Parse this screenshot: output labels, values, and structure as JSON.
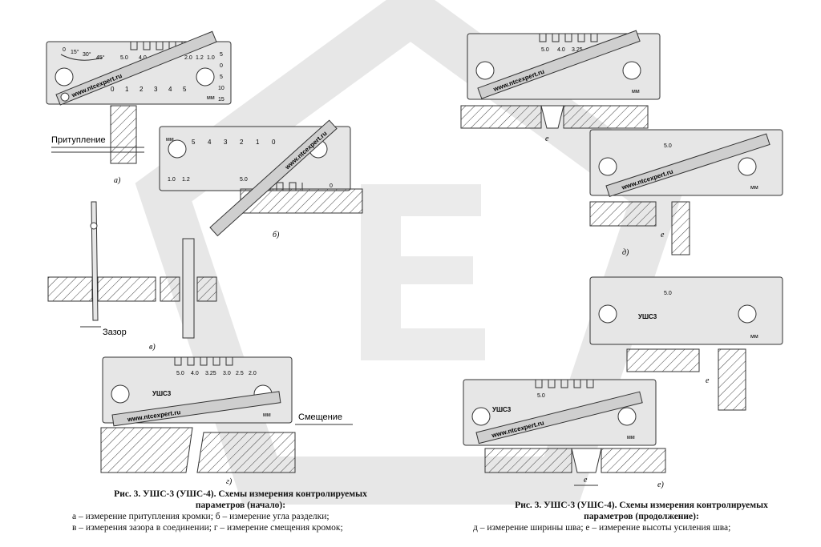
{
  "colors": {
    "line": "#333333",
    "gauge_fill": "#e6e6e6",
    "ruler_fill": "#cfcfcf",
    "watermark": "#d4d4d4",
    "hatch": "#444444"
  },
  "gauge": {
    "url_text": "www.ntcexpert.ru",
    "model_text": "УШС3",
    "unit_text": "мм",
    "angle_marks": [
      "0",
      "15°",
      "30°",
      "45°"
    ],
    "gap_marks": [
      "5.0",
      "4.0",
      "3.25",
      "3.0",
      "2.5",
      "2.0",
      "1.2",
      "1.0"
    ],
    "ruler_marks": [
      "0",
      "1",
      "2",
      "3",
      "4",
      "5"
    ],
    "side_marks": [
      "5",
      "0",
      "5",
      "10",
      "15"
    ]
  },
  "labels": {
    "bluntness": "Притупление",
    "gap": "Зазор",
    "offset": "Смещение",
    "weld_width": "e"
  },
  "panels": {
    "a": "а)",
    "b": "б)",
    "v": "в)",
    "g": "г)",
    "d": "д)",
    "e": "е)"
  },
  "captions": {
    "left": {
      "title": "Рис. 3. УШС-3 (УШС-4). Схемы измерения контролируемых",
      "title2": "параметров (начало):",
      "line1": "а – измерение притупления кромки; б – измерение угла разделки;",
      "line2": "в – измерения зазора в соединении; г – измерение смещения кромок;"
    },
    "right": {
      "title": "Рис. 3. УШС-3 (УШС-4). Схемы измерения контролируемых",
      "title2": "параметров (продолжение):",
      "line1": "д – измерение ширины шва; е – измерение высоты усиления шва;"
    }
  }
}
